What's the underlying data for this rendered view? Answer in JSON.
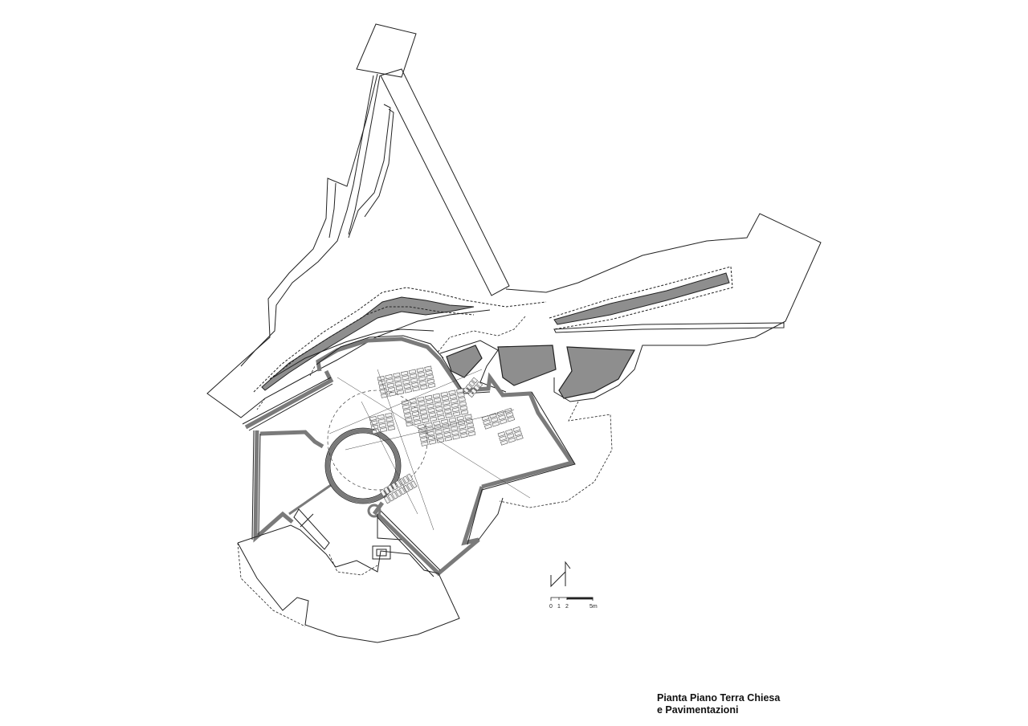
{
  "drawing": {
    "title_line1": "Pianta Piano Terra Chiesa",
    "title_line2": "e Pavimentazioni"
  },
  "scale_bar": {
    "labels": [
      "0",
      "1",
      "2",
      "5m"
    ]
  },
  "north_arrow": {
    "icon": "north-arrow-icon"
  },
  "colors": {
    "line": "#222222",
    "wall": "#7a7a7a",
    "planter_fill": "#8e8e8e",
    "background": "#ffffff"
  }
}
